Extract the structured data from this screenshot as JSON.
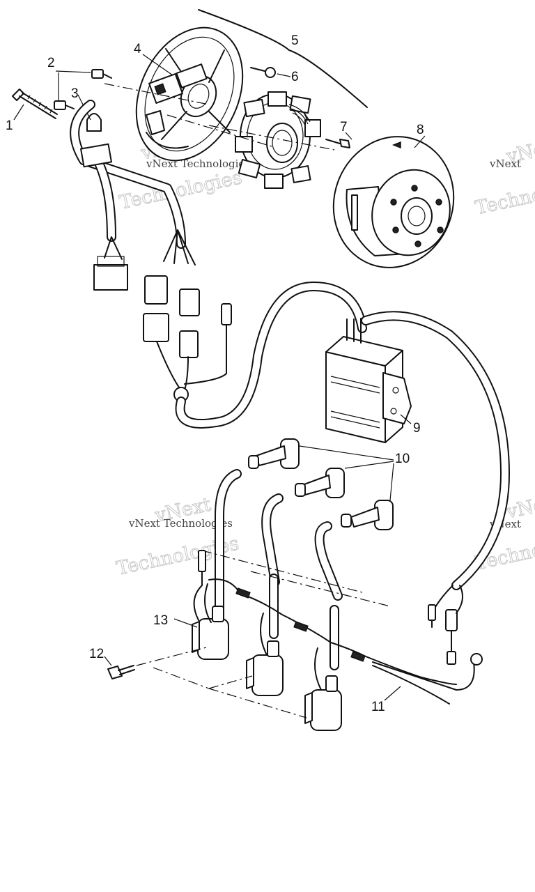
{
  "callouts": [
    "1",
    "2",
    "3",
    "4",
    "5",
    "6",
    "7",
    "8",
    "9",
    "10",
    "11",
    "12",
    "13"
  ],
  "watermark": {
    "line1": "vNext",
    "line2": "Technologies",
    "full": "vNext Technologies"
  }
}
